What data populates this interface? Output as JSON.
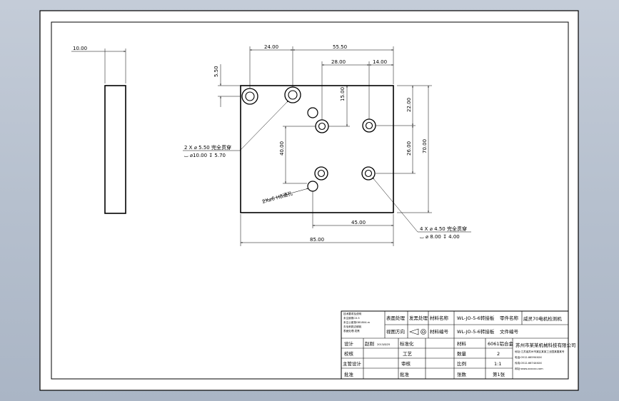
{
  "drawing": {
    "side_view": {
      "thickness_dim": "10.00"
    },
    "front_view": {
      "dims": {
        "top_a": "24.00",
        "top_b": "55.50",
        "top_c": "28.00",
        "top_d": "14.00",
        "left_v": "5.50",
        "inner_v": "15.00",
        "mid_v": "40.00",
        "right_a": "22.00",
        "right_b": "26.00",
        "right_total": "70.00",
        "bottom_inner": "45.00",
        "bottom_total": "85.00"
      },
      "callouts": {
        "hole_a_line1": "2 X ⌀ 5.50 完全贯穿",
        "hole_a_line2": "⌴ ⌀10.00 ↧ 5.70",
        "hole_b_line1": "4 X ⌀ 4.50 完全贯穿",
        "hole_b_line2": "⌴ ⌀ 8.00 ↧ 4.00",
        "pin_holes": "2X⌀6 H8通孔"
      }
    }
  },
  "title_block": {
    "notes": [
      "技术要求及说明",
      "未注倒角C0.5",
      "未注公差按GB1804-m",
      "去毛刺锐边倒钝",
      "表面处理:发黑"
    ],
    "surface_label": "表面处理",
    "surface_value": "发黑处理",
    "material_label": "材料名称",
    "project_name": "WL-JO-5-6转接板",
    "part_label": "零件名称",
    "product_title": "威灵70电机检测机",
    "projection_label": "视图方向",
    "part_no_label": "材料编号",
    "drawing_no": "WL-JO-5-6转接板",
    "doc_label": "文件编号",
    "row_labels": [
      "设计",
      "校核",
      "主管设计",
      "批准"
    ],
    "designer": "赵刚",
    "date": "2013/8/25",
    "std_label": "标准化",
    "process_label": "工艺",
    "audit_label": "审核",
    "approve_label": "批准",
    "material_key": "材料",
    "material_value": "6061铝合金",
    "qty_key": "数量",
    "qty_value": "2",
    "scale_key": "比例",
    "scale_value": "1:1",
    "sheet_key": "张数",
    "sheet_value": "第1张",
    "company_name": "苏州市某某机械科技有限公司",
    "company_address": "地址:江苏省苏州市某区某某工业园某路某号",
    "company_tel": "电话:0512-6659XXXX",
    "company_fax": "传真:0512-6674XXXX",
    "company_web": "网址:www.xxxxxx.com"
  }
}
